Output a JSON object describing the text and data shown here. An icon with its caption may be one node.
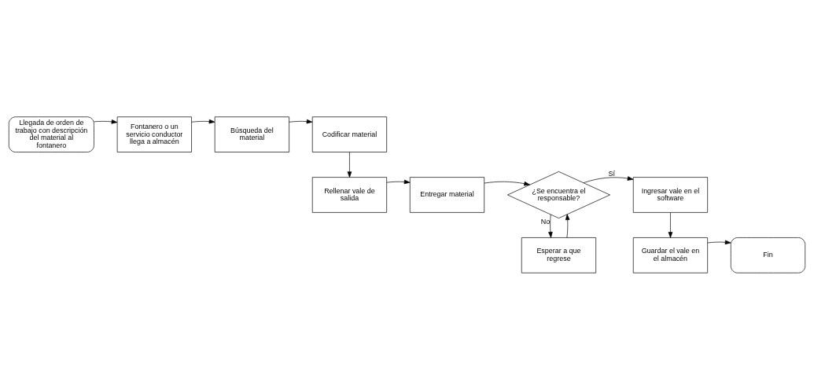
{
  "diagram": {
    "nodes": [
      {
        "text": [
          "Llegada de orden de trabajo con descripción del material al fontanero"
        ]
      },
      {
        "text": [
          "Fontanero o un servicio conductor llega a almacén"
        ]
      },
      {
        "text": [
          "Búsqueda del material"
        ]
      },
      {
        "text": [
          "Codificar material"
        ]
      },
      {
        "text": [
          "Rellenar vale de salida"
        ]
      },
      {
        "text": [
          "Entregar material"
        ]
      },
      {
        "text": [
          "¿Se encuentra el responsable?"
        ]
      },
      {
        "text": [
          "Ingresar vale en el software"
        ]
      },
      {
        "text": [
          "Esperar a que regrese"
        ]
      },
      {
        "text": [
          "Guardar el vale en el almacén"
        ]
      },
      {
        "text": [
          "Fin"
        ]
      }
    ],
    "edges": [
      {
        "from": 0,
        "to": 1,
        "arrow": "to"
      },
      {
        "from": 1,
        "to": 2,
        "arrow": "to"
      },
      {
        "from": 2,
        "to": 3,
        "arrow": "to"
      },
      {
        "from": 3,
        "to": 4,
        "arrow": "to"
      },
      {
        "from": 4,
        "to": 5,
        "arrow": "to"
      },
      {
        "from": 5,
        "to": 6,
        "arrow": "to"
      },
      {
        "from": 6,
        "to": 7,
        "label": "Sí",
        "arrow": "to"
      },
      {
        "from": 6,
        "to": 8,
        "label": "No",
        "arrow": "to"
      },
      {
        "from": 8,
        "to": 6,
        "arrow": "to"
      },
      {
        "from": 7,
        "to": 9,
        "arrow": "to"
      },
      {
        "from": 9,
        "to": 10,
        "arrow": "to"
      }
    ]
  }
}
